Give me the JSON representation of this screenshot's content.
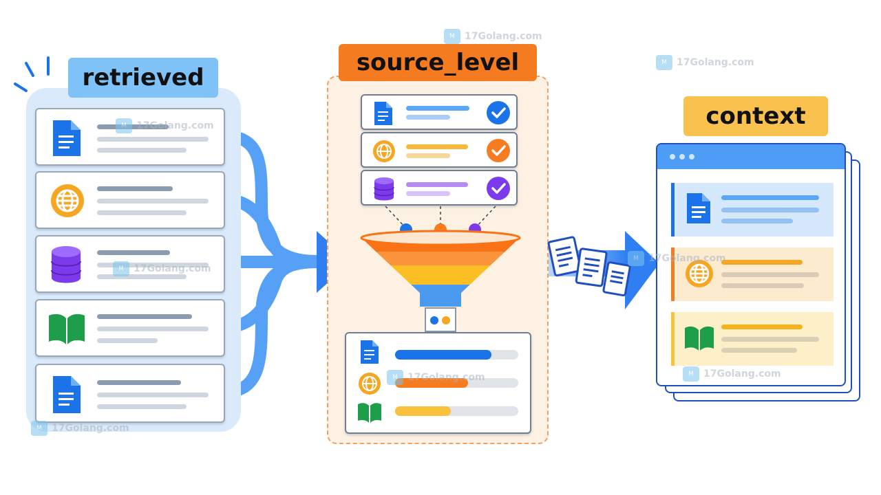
{
  "labels": {
    "retrieved": "retrieved",
    "source_level": "source_level",
    "context": "context"
  },
  "watermark": {
    "text": "17Golang.com",
    "logo": "M"
  },
  "colors": {
    "blue": "#1a73e8",
    "orange": "#f57c1f",
    "purple": "#7c3aed",
    "green": "#1e9e4a",
    "yellow": "#f9c23c",
    "label_blue": "#7ec2f7",
    "label_orange": "#f47b20",
    "label_yellow": "#f9c24e"
  },
  "retrieved_items": [
    {
      "icon": "document-icon"
    },
    {
      "icon": "globe-icon"
    },
    {
      "icon": "database-icon"
    },
    {
      "icon": "book-icon"
    },
    {
      "icon": "document-icon"
    }
  ],
  "source_rows": [
    {
      "icon": "document-icon",
      "check": "check-icon"
    },
    {
      "icon": "globe-icon",
      "check": "check-icon"
    },
    {
      "icon": "database-icon",
      "check": "check-icon"
    }
  ],
  "ranked_rows": [
    {
      "icon": "document-icon",
      "level": 0.78
    },
    {
      "icon": "globe-icon",
      "level": 0.59
    },
    {
      "icon": "book-icon",
      "level": 0.45
    }
  ],
  "context_rows": [
    {
      "icon": "document-icon"
    },
    {
      "icon": "globe-icon"
    },
    {
      "icon": "book-icon"
    }
  ]
}
